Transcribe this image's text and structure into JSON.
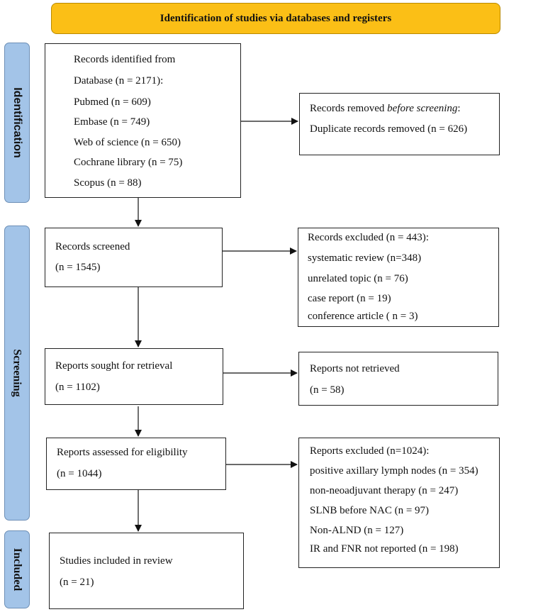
{
  "header": {
    "title": "Identification of studies via databases and registers"
  },
  "phases": {
    "identification": "Identification",
    "screening": "Screening",
    "included": "Included"
  },
  "boxes": {
    "records_identified": {
      "lines": [
        "Records identified from",
        "Database (n = 2171):",
        "Pubmed (n = 609)",
        "Embase (n = 749)",
        "Web of science (n = 650)",
        "Cochrane library (n = 75)",
        "Scopus (n = 88)"
      ]
    },
    "records_removed": {
      "title_prefix": "Records removed ",
      "title_italic": "before screening",
      "title_suffix": ":",
      "line2": "Duplicate records removed (n = 626)"
    },
    "records_screened": {
      "lines": [
        "Records screened",
        "(n = 1545)"
      ]
    },
    "records_excluded": {
      "lines": [
        "Records excluded (n = 443):",
        "systematic review (n=348)",
        "unrelated topic (n = 76)",
        "case report (n = 19)",
        "conference article ( n = 3)"
      ]
    },
    "reports_sought": {
      "lines": [
        "Reports sought for retrieval",
        "(n = 1102)"
      ]
    },
    "reports_not_retrieved": {
      "lines": [
        "Reports not retrieved",
        "(n = 58)"
      ]
    },
    "reports_assessed": {
      "lines": [
        "Reports assessed for eligibility",
        "(n = 1044)"
      ]
    },
    "reports_excluded": {
      "lines": [
        "Reports excluded (n=1024):",
        "positive axillary lymph nodes (n = 354)",
        "non-neoadjuvant therapy (n = 247)",
        "SLNB before NAC (n = 97)",
        "Non-ALND (n = 127)",
        "IR and FNR not reported (n = 198)"
      ]
    },
    "studies_included": {
      "lines": [
        "Studies included in review",
        "(n = 21)"
      ]
    }
  }
}
